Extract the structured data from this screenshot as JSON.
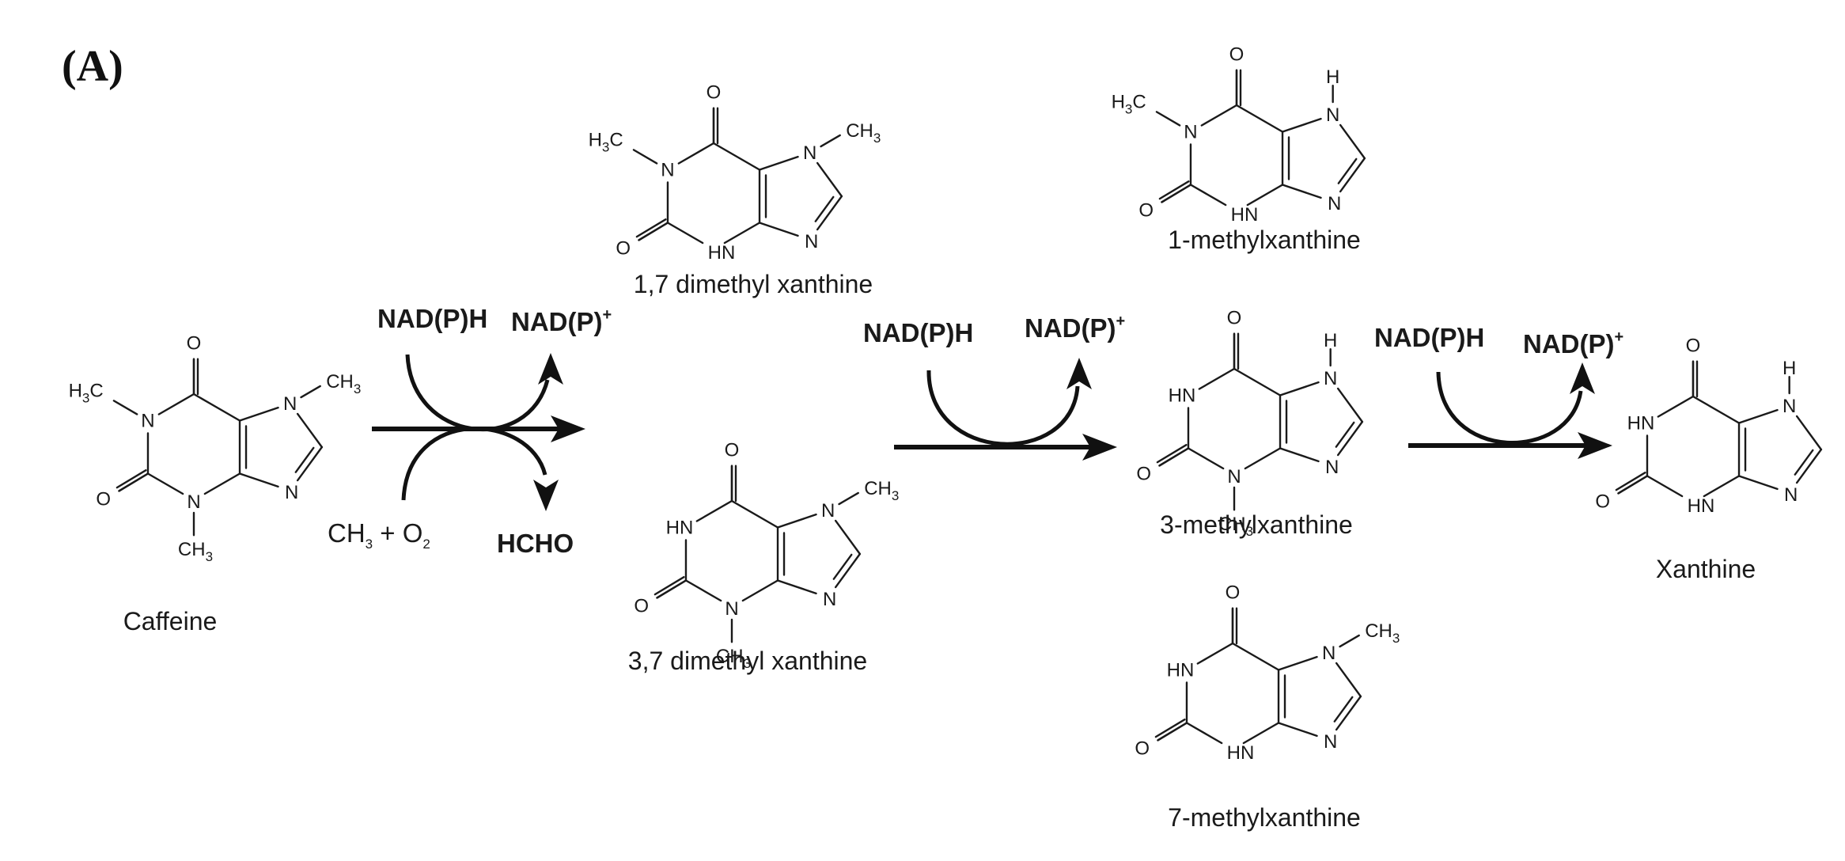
{
  "panel_label": "(A)",
  "molecules": {
    "caffeine": {
      "name": "Caffeine"
    },
    "dimethyl17": {
      "name": "1,7 dimethyl xanthine"
    },
    "dimethyl37": {
      "name": "3,7 dimethyl xanthine"
    },
    "mx1": {
      "name": "1-methylxanthine"
    },
    "mx3": {
      "name": "3-methylxanthine"
    },
    "mx7": {
      "name": "7-methylxanthine"
    },
    "xanthine": {
      "name": "Xanthine"
    }
  },
  "atom_labels": {
    "O": "O",
    "N": "N",
    "HN": "HN",
    "H": "H",
    "CH": "CH",
    "H_left": "H",
    "C_right": "C",
    "sub3": "3"
  },
  "steps": {
    "step1": {
      "cofactor_in": "NAD(P)H",
      "cofactor_out": "NAD(P)",
      "cofactor_out_charge": "+",
      "co_in": "CH",
      "co_in_sub": "3",
      "co_in_plus": " + O",
      "co_in_sub2": "2",
      "by_product": "HCHO"
    },
    "step2": {
      "cofactor_in": "NAD(P)H",
      "cofactor_out": "NAD(P)",
      "cofactor_out_charge": "+"
    },
    "step3": {
      "cofactor_in": "NAD(P)H",
      "cofactor_out": "NAD(P)",
      "cofactor_out_charge": "+"
    }
  },
  "colors": {
    "ink": "#1a1a1a",
    "background": "#ffffff"
  }
}
